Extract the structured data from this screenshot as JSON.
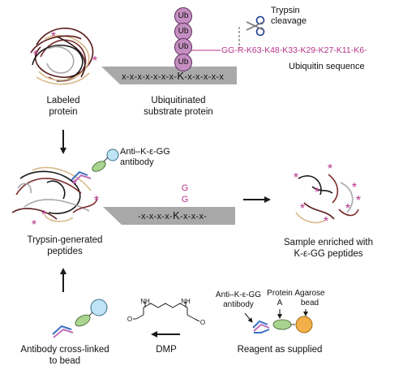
{
  "colors": {
    "magenta": "#b5338a",
    "ub_fill": "#c48fc0",
    "peptide_gray": "#a9a9a9",
    "antibody_blue": "#3a6fc4",
    "antibody_pink": "#c070b8",
    "protein_a_green": "#a9d48f",
    "bead_orange": "#f3b04a",
    "bead_cyan": "#bfe4f5",
    "arrow": "#1a1a1a"
  },
  "icons": [
    "scissors-icon",
    "star-icon"
  ],
  "top": {
    "ub_labels": [
      "Ub",
      "Ub",
      "Ub",
      "Ub"
    ],
    "trypsin_label": "Trypsin\ncleavage",
    "ubiquitin_sequence": "GG-R-K63-K48-K33-K29-K27-K11-K6-",
    "ubiquitin_sequence_label": "Ubiquitin sequence",
    "substrate_sequence_left": "x-x-x-x-x-x-x-",
    "substrate_sequence_k": "K",
    "substrate_sequence_right": "-x-x-x-x-x",
    "labeled_protein_label": "Labeled\nprotein",
    "substrate_label": "Ubiquitinated\nsubstrate protein"
  },
  "middle": {
    "antibody_label": "Anti–K-ε-GG\nantibody",
    "gg_top": "G",
    "gg_bottom": "G",
    "peptide_left": "-x-x-x-x-",
    "peptide_k": "K",
    "peptide_right": "-x-x-x-",
    "trypsin_peptides_label": "Trypsin-generated\npeptides",
    "enriched_label": "Sample enriched with\nK-ε-GG peptides"
  },
  "bottom": {
    "reagent_antibody_label": "Anti–K-ε-GG\nantibody",
    "protein_a_label": "Protein\nA",
    "agarose_label": "Agarose\nbead",
    "reagent_label": "Reagent as supplied",
    "dmp_label": "DMP",
    "crosslinked_label": "Antibody cross-linked\nto bead",
    "dmp_nh_left": "NH",
    "dmp_nh_right": "NH",
    "dmp_o_left": "O",
    "dmp_o_right": "O"
  }
}
